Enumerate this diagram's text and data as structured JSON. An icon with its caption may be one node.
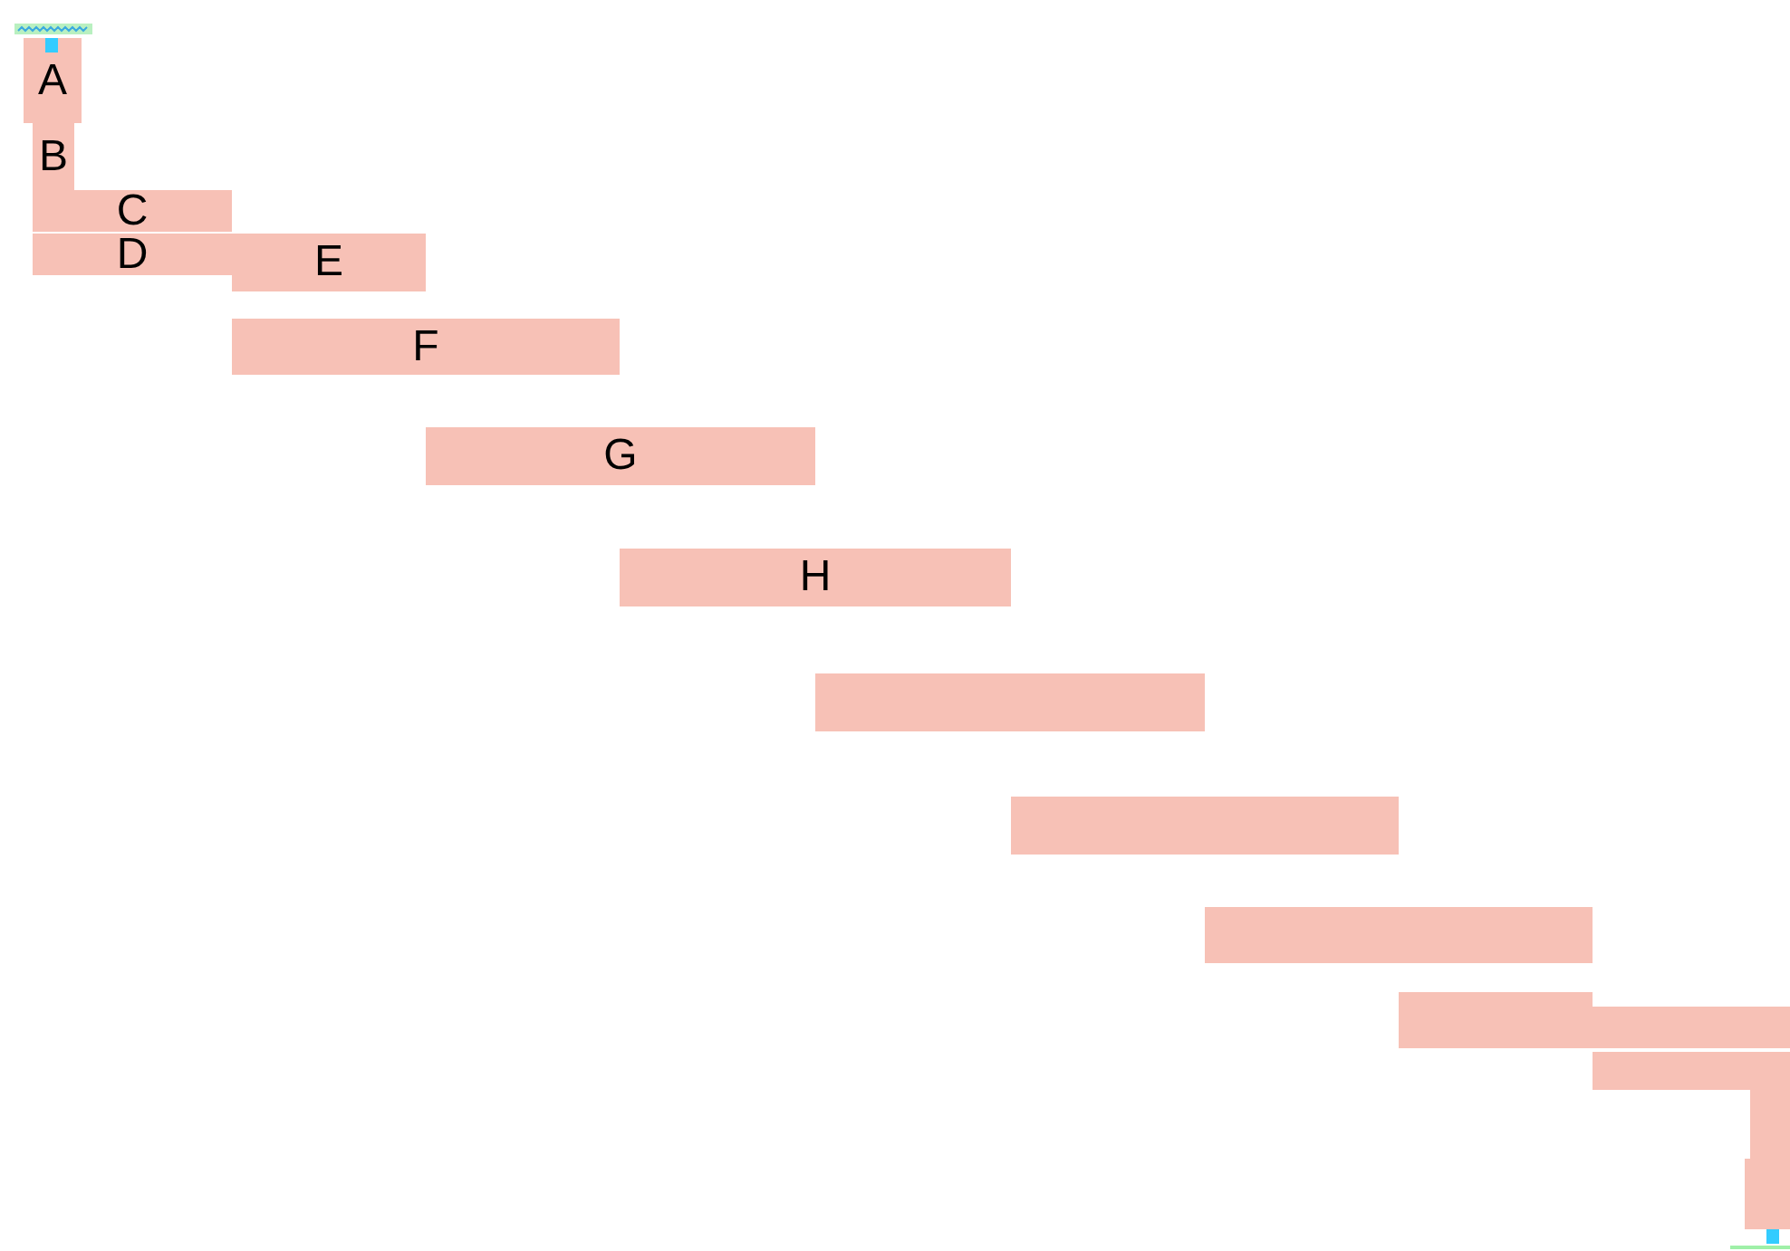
{
  "diagram": {
    "nodes": [
      {
        "text": [
          "A"
        ]
      },
      {
        "text": [
          "B"
        ]
      },
      {
        "text": [
          "C"
        ]
      },
      {
        "text": [
          "D"
        ]
      },
      {
        "text": [
          "E"
        ]
      },
      {
        "text": [
          "F"
        ]
      },
      {
        "text": [
          "G"
        ]
      },
      {
        "text": [
          "H"
        ]
      },
      {
        "text": [],
        "shape": "bar"
      },
      {
        "text": [],
        "shape": "bar"
      },
      {
        "text": [],
        "shape": "bar"
      },
      {
        "text": [],
        "shape": "bar"
      },
      {
        "text": [],
        "shape": "bar"
      },
      {
        "text": [],
        "shape": "bar"
      },
      {
        "text": [],
        "shape": "bar"
      },
      {
        "text": [],
        "shape": "bar"
      }
    ]
  }
}
